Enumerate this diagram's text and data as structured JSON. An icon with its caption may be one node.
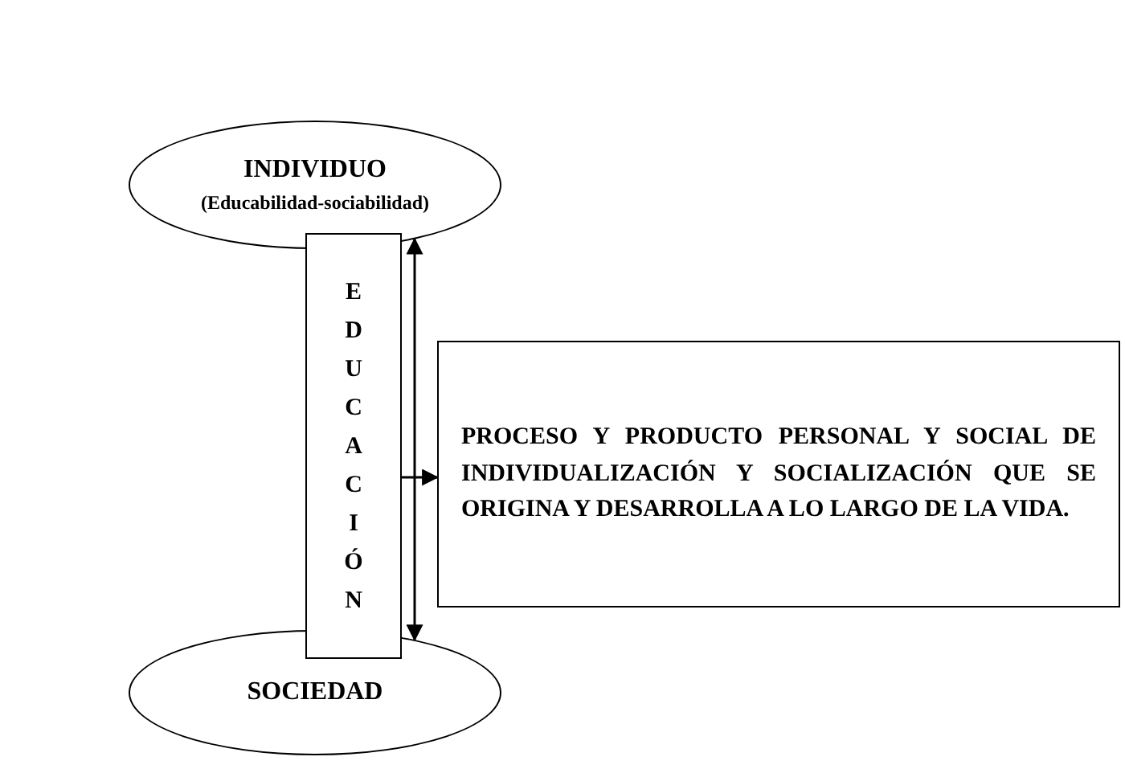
{
  "diagram": {
    "nodes": [
      {
        "text": [
          "INDIVIDUO",
          "(Educabilidad-sociabilidad)"
        ]
      },
      {
        "text": [
          "EDUCACIÓN"
        ]
      },
      {
        "text": [
          "SOCIEDAD"
        ]
      },
      {
        "text": [
          "PROCESO Y PRODUCTO PERSONAL Y SOCIAL DE INDIVIDUALIZACIÓN Y SOCIALIZACIÓN QUE SE ORIGINA Y DESARROLLA A LO LARGO DE LA VIDA."
        ]
      }
    ],
    "edges": [
      {
        "from": 0,
        "to": 2,
        "arrow": "both"
      },
      {
        "from": 1,
        "to": 3,
        "arrow": "to"
      }
    ]
  }
}
